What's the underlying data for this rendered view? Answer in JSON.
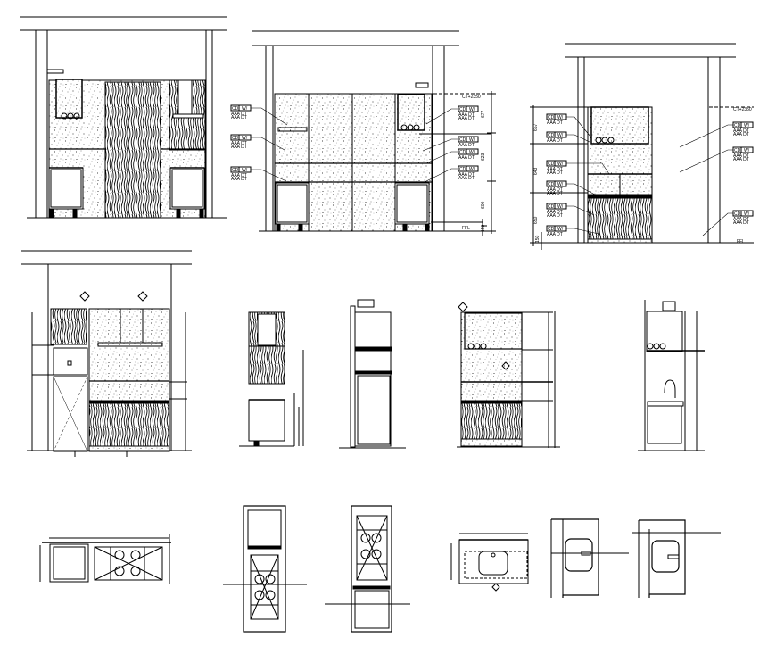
{
  "sheet": {
    "type": "cad-drawing-sheet",
    "subject": "kitchen pantry cabinetry elevations and plans",
    "background": "#ffffff",
    "line_color": "#000000"
  },
  "tag": {
    "code": "CD",
    "suffix": "W/",
    "sub1": "AAA DT",
    "sub2": "AAA DT"
  },
  "elevation_b": {
    "level_label": "CT+2350",
    "dims": [
      "677",
      "623",
      "600",
      "150"
    ],
    "ffl_label": "FFL"
  },
  "elevation_c": {
    "level_label": "CT+2350",
    "dims": [
      "657",
      "643",
      "650",
      "150"
    ],
    "ffl_label": "FFL"
  },
  "views": [
    {
      "id": "elevation-a",
      "kind": "elevation"
    },
    {
      "id": "elevation-b",
      "kind": "elevation"
    },
    {
      "id": "elevation-c",
      "kind": "elevation"
    },
    {
      "id": "elevation-d",
      "kind": "elevation"
    },
    {
      "id": "section-e",
      "kind": "section"
    },
    {
      "id": "section-f",
      "kind": "section"
    },
    {
      "id": "elevation-g",
      "kind": "elevation"
    },
    {
      "id": "section-h",
      "kind": "section"
    },
    {
      "id": "plan-1",
      "kind": "plan"
    },
    {
      "id": "plan-2",
      "kind": "plan"
    },
    {
      "id": "plan-3",
      "kind": "plan"
    },
    {
      "id": "plan-4",
      "kind": "plan"
    },
    {
      "id": "plan-5",
      "kind": "plan"
    },
    {
      "id": "plan-6",
      "kind": "plan"
    }
  ]
}
